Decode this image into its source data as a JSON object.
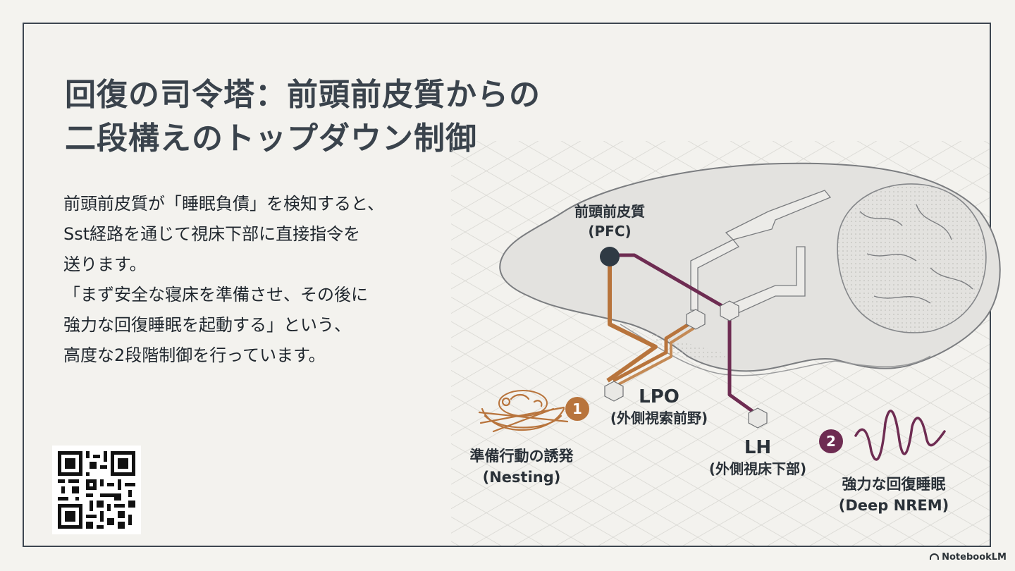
{
  "slide": {
    "title_lines": [
      "回復の司令塔：前頭前皮質からの",
      "二段構えのトップダウン制御"
    ],
    "body_lines": [
      "前頭前皮質が「睡眠負債」を検知すると、",
      "Sst経路を通じて視床下部に直接指令を",
      "送ります。",
      "「まず安全な寝床を準備させ、その後に",
      "強力な回復睡眠を起動する」という、",
      "高度な2段階制御を行っています。"
    ]
  },
  "diagram": {
    "pfc": {
      "name": "前頭前皮質",
      "abbr": "(PFC)"
    },
    "lpo": {
      "name": "LPO",
      "full": "(外側視索前野)"
    },
    "lh": {
      "name": "LH",
      "full": "(外側視床下部)"
    },
    "output1": {
      "badge": "1",
      "name": "準備行動の誘発",
      "en": "(Nesting)"
    },
    "output2": {
      "badge": "2",
      "name": "強力な回復睡眠",
      "en": "(Deep NREM)"
    },
    "colors": {
      "pathway1": "#b8743c",
      "pathway2": "#6e2c52",
      "pfc_node": "#2f3a44",
      "brain": "#e2e1df"
    }
  },
  "footer": {
    "brand": "NotebookLM"
  }
}
